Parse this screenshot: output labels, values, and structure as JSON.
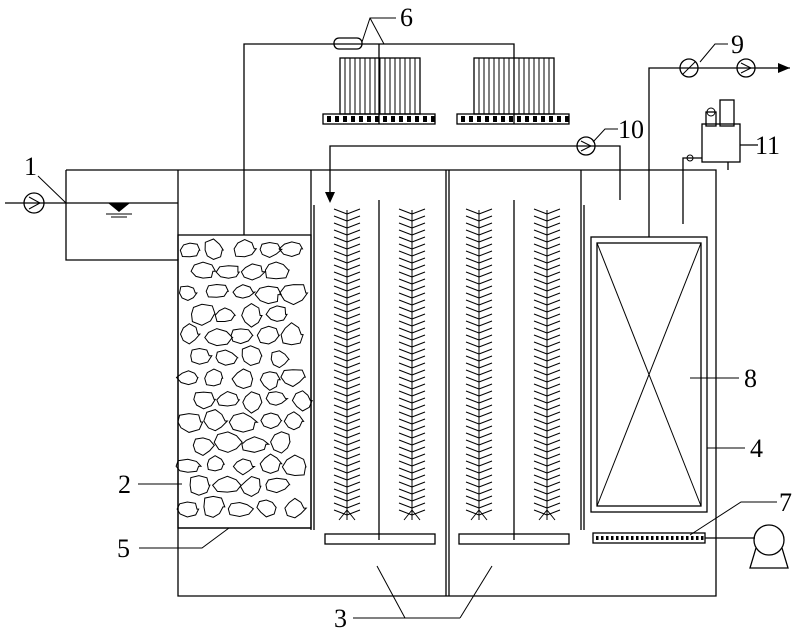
{
  "labels": {
    "l1": "1",
    "l2": "2",
    "l3": "3",
    "l4": "4",
    "l5": "5",
    "l6": "6",
    "l7": "7",
    "l8": "8",
    "l9": "9",
    "l10": "10",
    "l11": "11"
  },
  "colors": {
    "stroke": "#000000",
    "background": "#ffffff"
  },
  "icons": [
    "pump-icon",
    "water-level-icon",
    "blower-icon",
    "flow-meter-icon",
    "dosing-tank-icon"
  ]
}
